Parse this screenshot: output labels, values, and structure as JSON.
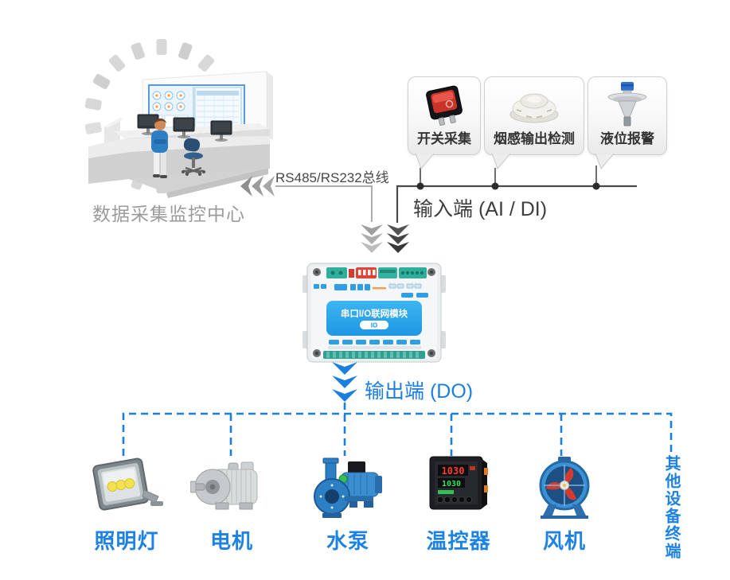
{
  "monitoring_center": {
    "label": "数据采集监控中心"
  },
  "bus_label": "RS485/RS232总线",
  "input_label": "输入端 (AI / DI)",
  "output_label": "输出端 (DO)",
  "sensors": [
    {
      "label": "开关采集"
    },
    {
      "label": "烟感输出检测"
    },
    {
      "label": "液位报警"
    }
  ],
  "module": {
    "title": "串口I/O联网模块",
    "badge": "IO"
  },
  "devices": [
    {
      "label": "照明灯"
    },
    {
      "label": "电机"
    },
    {
      "label": "水泵"
    },
    {
      "label": "温控器",
      "display_top": "1030",
      "display_bottom": "1030"
    },
    {
      "label": "风机"
    }
  ],
  "other_terminal_label": "其他设备终端",
  "colors": {
    "accent_blue": "#1b7fdd",
    "label_blue": "#1e82e2",
    "module_blue": "#25a0e8",
    "dark_line": "#4b4b4b",
    "gray_line": "#adadad",
    "gray_text": "#9b9b9b",
    "dark_text": "#3d3d3d"
  }
}
